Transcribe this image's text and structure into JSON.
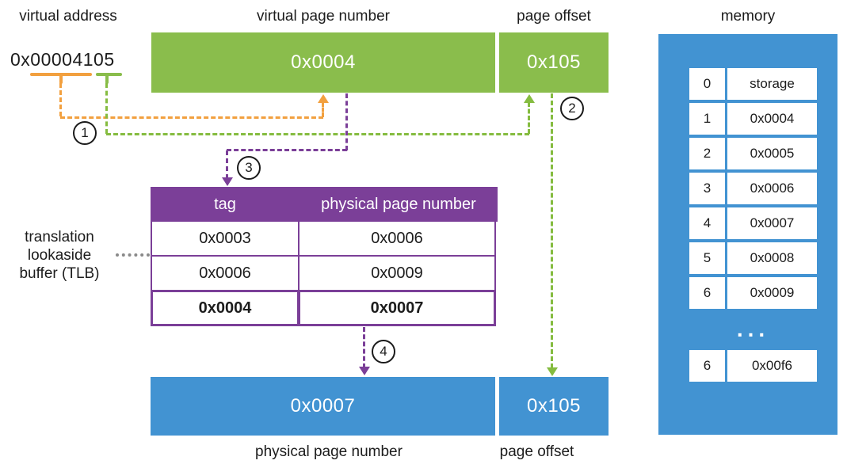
{
  "labels": {
    "virtual_address": "virtual address",
    "virtual_page_number": "virtual page number",
    "page_offset_top": "page offset",
    "memory": "memory"
  },
  "virtual_address": {
    "value": "0x00004105"
  },
  "top_bar": {
    "vpn": "0x0004",
    "offset": "0x105"
  },
  "steps": {
    "s1": "1",
    "s2": "2",
    "s3": "3",
    "s4": "4"
  },
  "tlb": {
    "label_lines": [
      "translation",
      "lookaside",
      "buffer (TLB)"
    ],
    "header": {
      "tag": "tag",
      "ppn": "physical page number"
    },
    "rows": [
      {
        "tag": "0x0003",
        "ppn": "0x0006"
      },
      {
        "tag": "0x0006",
        "ppn": "0x0009"
      },
      {
        "tag": "0x0004",
        "ppn": "0x0007"
      }
    ]
  },
  "bottom_bar": {
    "ppn": "0x0007",
    "offset": "0x105"
  },
  "bottom_labels": {
    "ppn": "physical page number",
    "offset": "page offset"
  },
  "memory": {
    "rows": [
      {
        "index": "0",
        "value": "storage"
      },
      {
        "index": "1",
        "value": "0x0004"
      },
      {
        "index": "2",
        "value": "0x0005"
      },
      {
        "index": "3",
        "value": "0x0006"
      },
      {
        "index": "4",
        "value": "0x0007"
      },
      {
        "index": "5",
        "value": "0x0008"
      },
      {
        "index": "6",
        "value": "0x0009"
      }
    ],
    "ellipsis": "...",
    "last_row": {
      "index": "6",
      "value": "0x00f6"
    }
  },
  "colors": {
    "green": "#8ABD4C",
    "blue": "#4293D2",
    "purple": "#7B3F98",
    "orange": "#F2A03F",
    "dotted_gray": "#8A8A8A"
  }
}
